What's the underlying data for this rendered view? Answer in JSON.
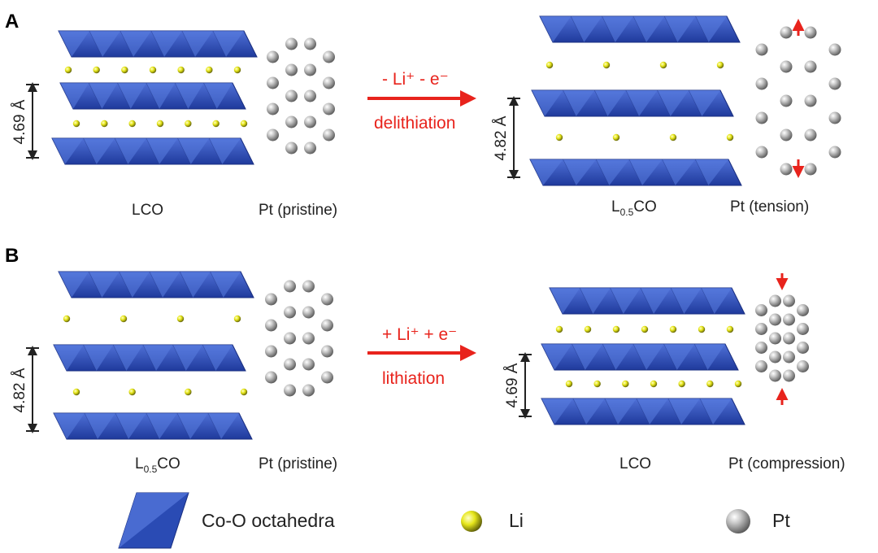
{
  "panels": {
    "a": {
      "letter": "A",
      "left_label": "LCO",
      "left_pt_label": "Pt (pristine)",
      "left_spacing": "4.69 Å",
      "arrow_top": "- Li⁺ - e⁻",
      "arrow_bottom": "delithiation",
      "right_label_main": "L",
      "right_label_sub": "0.5",
      "right_label_tail": "CO",
      "right_pt_label": "Pt (tension)",
      "right_spacing": "4.82 Å"
    },
    "b": {
      "letter": "B",
      "left_label_main": "L",
      "left_label_sub": "0.5",
      "left_label_tail": "CO",
      "left_pt_label": "Pt (pristine)",
      "left_spacing": "4.82 Å",
      "arrow_top": "+ Li⁺ + e⁻",
      "arrow_bottom": "lithiation",
      "right_label": "LCO",
      "right_pt_label": "Pt (compression)",
      "right_spacing": "4.69 Å"
    }
  },
  "legend": {
    "octahedra": "Co-O octahedra",
    "li": "Li",
    "pt": "Pt"
  },
  "colors": {
    "octahedra": "#2d4fb8",
    "li": "#e8e81a",
    "pt": "#a9a9a9",
    "arrow": "#e8231c"
  }
}
